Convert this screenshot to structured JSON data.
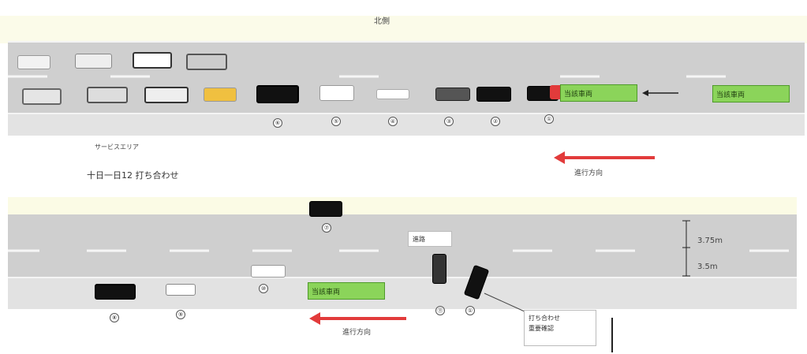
{
  "top_title": "北側",
  "top_sub_label": "サービスエリア",
  "mid_caption": "十日一日12 打ち合わせ",
  "labels": {
    "lead_vehicle_top": "当該車両",
    "other_vehicle_top": "当該車両",
    "lead_vehicle_bottom": "当該車両"
  },
  "direction_text_top": "進行方向",
  "direction_text_bottom": "進行方向",
  "small_box_label": "進路",
  "lane_widths": [
    "3.75m",
    "3.5m"
  ],
  "note_box": [
    "打ち合わせ",
    "重要確認"
  ],
  "circle_numbers_top": [
    "⑥",
    "⑤",
    "④",
    "③",
    "②",
    "①"
  ],
  "circle_numbers_bottom": [
    "⑧",
    "⑨",
    "⑩",
    "⑪",
    "⑦",
    "①"
  ],
  "colors": {
    "highlight_green": "#8bd45a",
    "arrow_red": "#e23b3b",
    "road_gray": "#cfcfcf"
  }
}
